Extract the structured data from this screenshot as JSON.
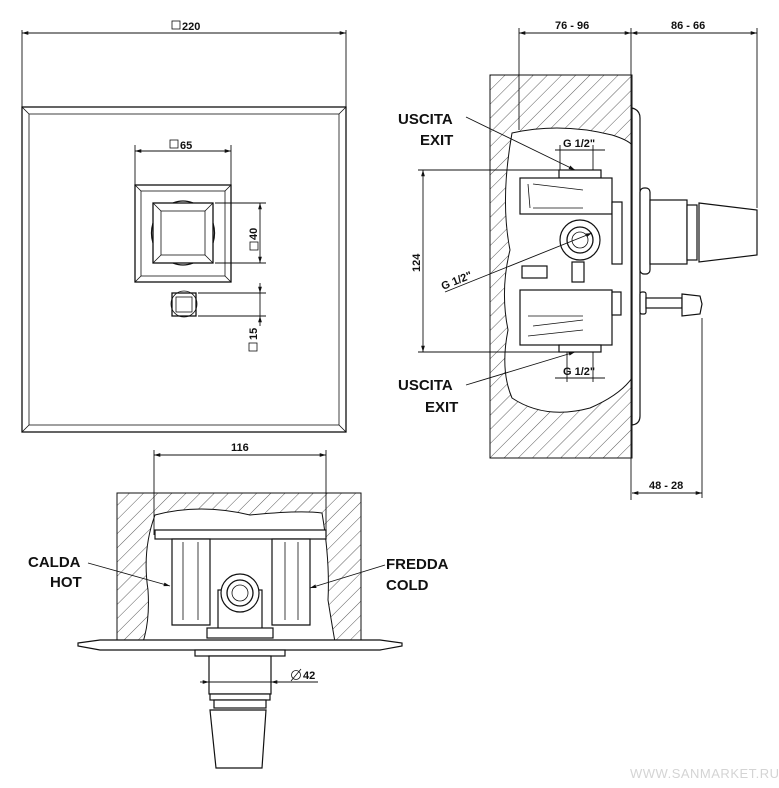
{
  "front_view": {
    "dim_plate": "220",
    "dim_handle": "65",
    "dim_handle_inner": "40",
    "dim_diverter": "15"
  },
  "side_view": {
    "dim_depth": "76 - 96",
    "dim_handle_projection": "86 - 66",
    "dim_outlet_spacing": "124",
    "dim_diverter_projection": "48 - 28",
    "thread_top": "G 1/2\"",
    "thread_middle": "G 1/2\"",
    "thread_bottom": "G 1/2\"",
    "exit_top_it": "USCITA",
    "exit_top_en": "EXIT",
    "exit_bottom_it": "USCITA",
    "exit_bottom_en": "EXIT"
  },
  "bottom_view": {
    "dim_inlet_spacing": "116",
    "dim_diameter": "42",
    "hot_it": "CALDA",
    "hot_en": "HOT",
    "cold_it": "FREDDA",
    "cold_en": "COLD"
  },
  "watermark": "WWW.SANMARKET.RU"
}
